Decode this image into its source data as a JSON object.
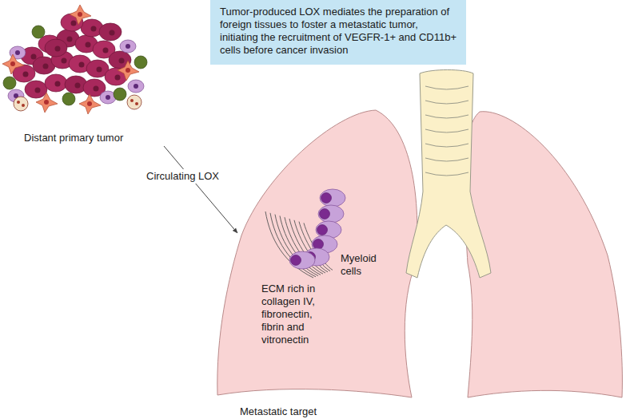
{
  "diagram": {
    "nodes": [
      {
        "text": [
          "Tumor-produced LOX mediates the preparation of foreign tissues to foster a metastatic tumor, initiating the recruitment of VEGFR-1+ and CD11b+ cells before cancer invasion"
        ]
      },
      {
        "text": [
          "Distant primary tumor"
        ]
      },
      {
        "text": [
          "Metastatic target"
        ]
      }
    ],
    "edges": [
      {
        "from": 1,
        "to": 2,
        "arrow": "to",
        "label": "Circulating LOX"
      }
    ],
    "labels": [
      "Myeloid cells",
      "ECM rich in collagen IV, fibronectin, fibrin and vitronectin"
    ]
  }
}
